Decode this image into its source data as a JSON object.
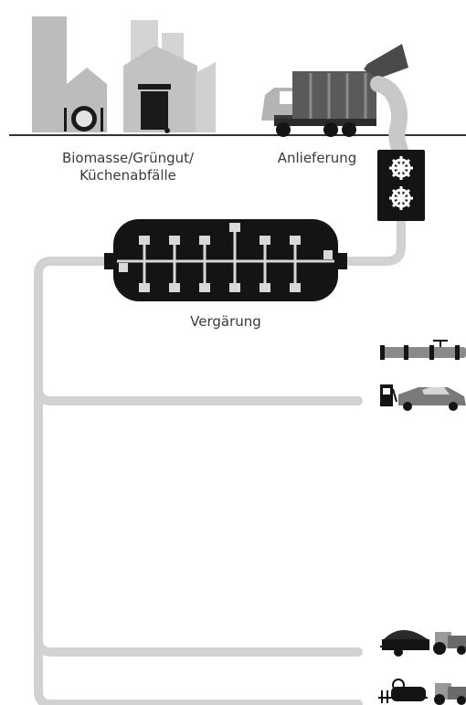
{
  "labels": {
    "biomass_line1": "Biomasse/Grüngut/",
    "biomass_line2": "Küchenabfälle",
    "delivery": "Anlieferung",
    "fermentation": "Vergärung"
  },
  "icons": {
    "houses": "city-buildings-icon",
    "plate": "plate-cutlery-icon",
    "bin": "waste-bin-icon",
    "truck": "garbage-truck-icon",
    "shredder": "shredder-icon",
    "digester": "fermenter-tank-icon",
    "pipeline": "gas-pipeline-icon",
    "fuel": "fuel-pump-car-icon",
    "compost": "tractor-trailer-icon",
    "liquid": "tractor-tank-icon"
  },
  "colors": {
    "pipe": "#d2d2d2",
    "dark": "#141414",
    "building": "#b9b9b9",
    "building_light": "#d6d6d6"
  }
}
